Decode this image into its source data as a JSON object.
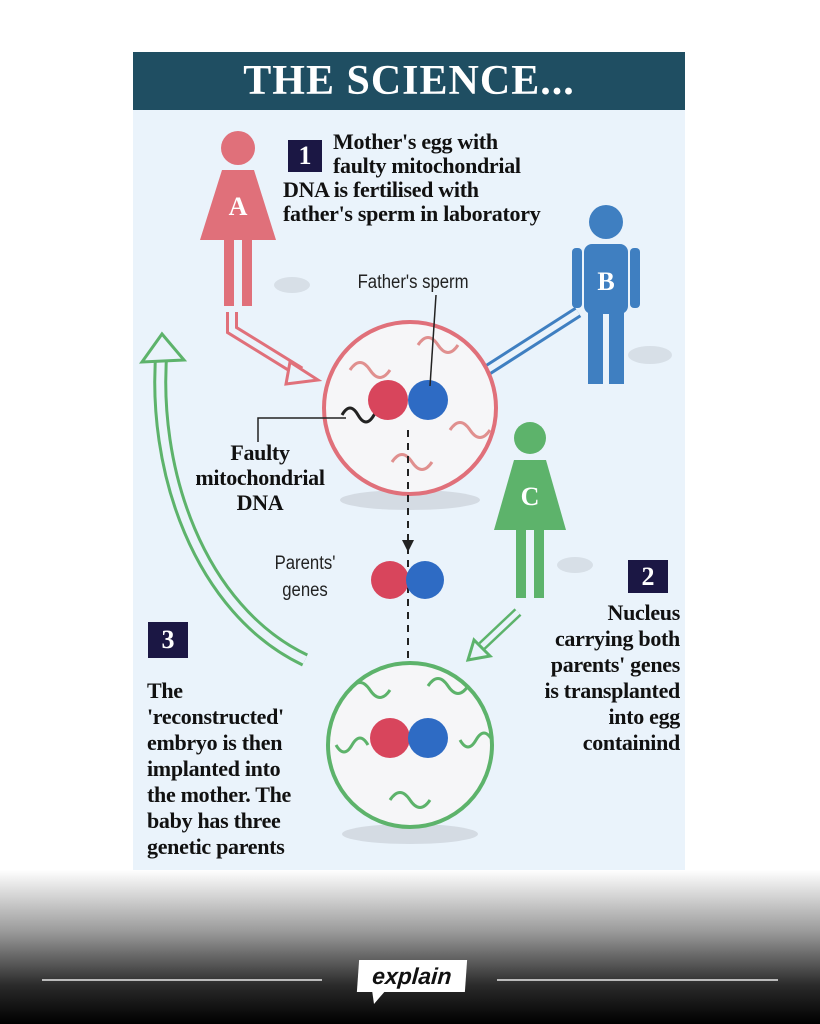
{
  "header": {
    "title": "THE SCIENCE..."
  },
  "step1": {
    "number": "1",
    "lines": [
      "Mother's egg with",
      "faulty mitochondrial",
      "DNA is fertilised with",
      "father's sperm in laboratory"
    ]
  },
  "step2": {
    "number": "2",
    "lines": [
      "Nucleus",
      "carrying both",
      "parents' genes",
      "is transplanted",
      "into egg",
      "containind"
    ]
  },
  "step3": {
    "number": "3",
    "lines": [
      "The",
      "'reconstructed'",
      "embryo is then",
      "implanted into",
      "the mother. The",
      "baby has three",
      "genetic parents"
    ]
  },
  "figures": {
    "a": "A",
    "b": "B",
    "c": "C"
  },
  "labels": {
    "fathers_sperm": "Father's sperm",
    "faulty": [
      "Faulty",
      "mitochondrial",
      "DNA"
    ],
    "parents_genes": [
      "Parents'",
      "genes"
    ]
  },
  "colors": {
    "mother": "#e0707a",
    "father": "#3f7fc1",
    "donor": "#5db36b",
    "header": "#1f4e62",
    "box": "#1b1744"
  },
  "footer": {
    "logo": "explain"
  }
}
